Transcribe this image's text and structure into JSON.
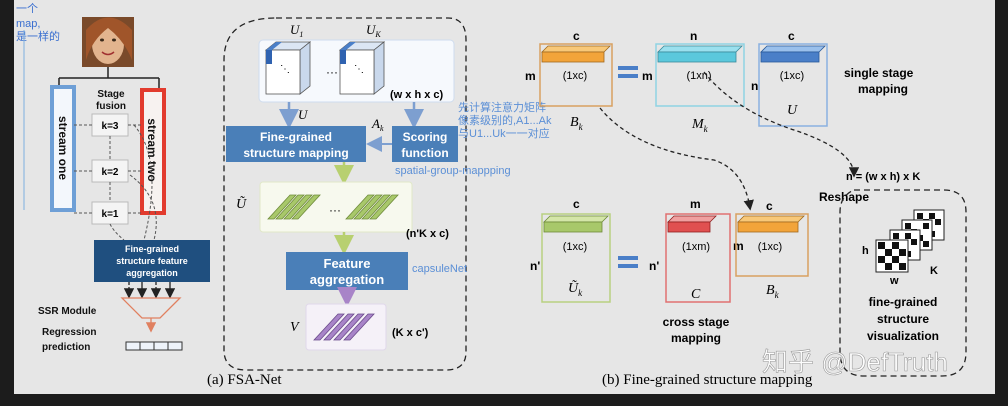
{
  "annotation_top_left": [
    "一个",
    "map,",
    "是一样的"
  ],
  "left": {
    "stage_fusion": [
      "Stage",
      "fusion"
    ],
    "stream_one": "stream one",
    "stream_two": "stream two",
    "k_labels": [
      "k=3",
      "k=2",
      "k=1"
    ],
    "fine_grained_box": [
      "Fine-grained",
      "structure feature",
      "aggregation"
    ],
    "ssr_module": "SSR Module",
    "regression": [
      "Regression",
      "prediction"
    ]
  },
  "middle": {
    "U1": "U",
    "U1_sub": "1",
    "UK": "U",
    "UK_sub": "K",
    "dims_top": "(w x h x c)",
    "U_label": "U",
    "Ak": "A",
    "Ak_sub": "k",
    "fine_grained_mapping": [
      "Fine-grained",
      "structure mapping"
    ],
    "scoring_function": [
      "Scoring",
      "function"
    ],
    "spatial_group": "spatial-group-mappping",
    "chinese_note": [
      "先计算注意力矩阵",
      "像素级别的,A1...Ak",
      "与U1...Uk一一对应"
    ],
    "U_tilde": "Ũ",
    "dims_mid": "(n'K x c)",
    "feature_aggregation": [
      "Feature",
      "aggregation"
    ],
    "capsulenet": "capsuleNet",
    "V": "V",
    "dims_bottom": "(K x c')",
    "caption": "(a) FSA-Net"
  },
  "right": {
    "c": "c",
    "m": "m",
    "n": "n",
    "n_prime": "n'",
    "one_x_c": "(1xc)",
    "one_x_n": "(1xn)",
    "one_x_m": "(1xm)",
    "Bk": "B",
    "Bk_sub": "k",
    "Mk": "M",
    "Mk_sub": "k",
    "U": "U",
    "Uk_tilde": "Ũ",
    "Uk_sub": "k",
    "C": "C",
    "single_stage": [
      "single stage",
      "mapping"
    ],
    "cross_stage": [
      "cross stage",
      "mapping"
    ],
    "n_eq": "n = (w x h) x K",
    "reshape": "Reshape",
    "h": "h",
    "w": "w",
    "K": "K",
    "visualization": [
      "fine-grained",
      "structure",
      "visualization"
    ],
    "caption": "(b) Fine-grained structure mapping"
  },
  "watermark": "知乎 @DefTruth",
  "colors": {
    "blue_box": "#3f7bbf",
    "dark_box": "#1f4f7f",
    "orange": "#f2a43a",
    "cyan": "#5bc8dc",
    "green": "#a8c86a",
    "red": "#e23b2e",
    "purple": "#a884c8"
  }
}
